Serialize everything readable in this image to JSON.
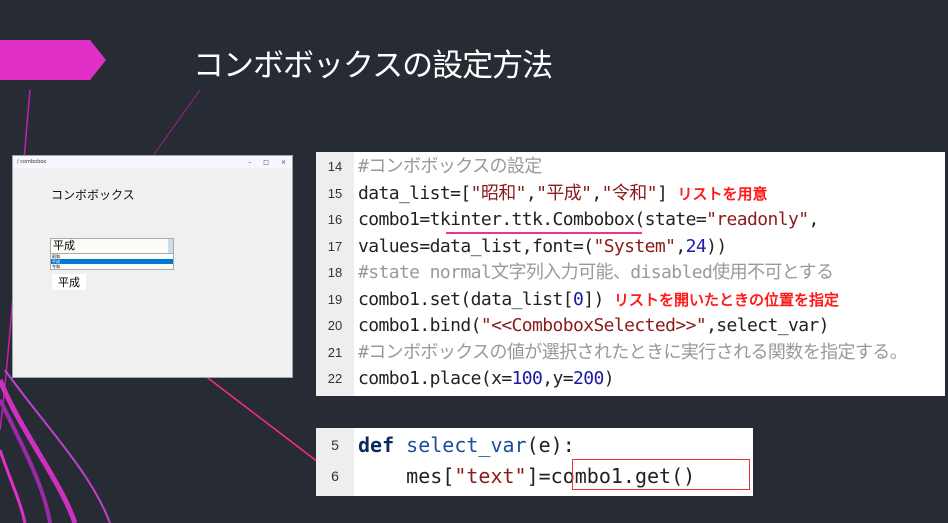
{
  "slide": {
    "title": "コンボボックスの設定方法",
    "accent_color": "#e030c8"
  },
  "app_window": {
    "title": "combobox",
    "controls": [
      "–",
      "□",
      "×"
    ],
    "label": "コンボボックス",
    "combo_value": "平成",
    "options": [
      "昭和",
      "平成",
      "令和"
    ],
    "selected_index": 1,
    "result_label": "平成"
  },
  "code1": {
    "line_numbers": [
      "14",
      "15",
      "16",
      "17",
      "18",
      "19",
      "20",
      "21",
      "22"
    ],
    "lines": [
      [
        {
          "t": "#コンボボックスの設定",
          "c": "cmt"
        }
      ],
      [
        {
          "t": "data_list=[",
          "c": "plain"
        },
        {
          "t": "\"昭和\"",
          "c": "str"
        },
        {
          "t": ",",
          "c": "plain"
        },
        {
          "t": "\"平成\"",
          "c": "str"
        },
        {
          "t": ",",
          "c": "plain"
        },
        {
          "t": "\"令和\"",
          "c": "str"
        },
        {
          "t": "] ",
          "c": "plain"
        },
        {
          "t": "リストを用意",
          "c": "note"
        }
      ],
      [
        {
          "t": "combo1=tkinter.ttk.Combobox(state=",
          "c": "plain"
        },
        {
          "t": "\"readonly\"",
          "c": "str"
        },
        {
          "t": ",",
          "c": "plain"
        }
      ],
      [
        {
          "t": "values=data_list,font=(",
          "c": "plain"
        },
        {
          "t": "\"System\"",
          "c": "str"
        },
        {
          "t": ",",
          "c": "plain"
        },
        {
          "t": "24",
          "c": "num"
        },
        {
          "t": "))",
          "c": "plain"
        }
      ],
      [
        {
          "t": "#state normal文字列入力可能、disabled使用不可とする",
          "c": "cmt"
        }
      ],
      [
        {
          "t": "combo1.set(data_list[",
          "c": "plain"
        },
        {
          "t": "0",
          "c": "num"
        },
        {
          "t": "]) ",
          "c": "plain"
        },
        {
          "t": "リストを開いたときの位置を指定",
          "c": "note"
        }
      ],
      [
        {
          "t": "combo1.bind(",
          "c": "plain"
        },
        {
          "t": "\"<<ComboboxSelected>>\"",
          "c": "str"
        },
        {
          "t": ",select_var)",
          "c": "plain"
        }
      ],
      [
        {
          "t": "#コンボボックスの値が選択されたときに実行される関数を指定する。",
          "c": "cmt"
        }
      ],
      [
        {
          "t": "combo1.place(x=",
          "c": "plain"
        },
        {
          "t": "100",
          "c": "num"
        },
        {
          "t": ",y=",
          "c": "plain"
        },
        {
          "t": "200",
          "c": "num"
        },
        {
          "t": ")",
          "c": "plain"
        }
      ]
    ]
  },
  "code2": {
    "line_numbers": [
      "5",
      "6"
    ],
    "lines": [
      [
        {
          "t": "def",
          "c": "kw"
        },
        {
          "t": " ",
          "c": "plain"
        },
        {
          "t": "select_var",
          "c": "fn"
        },
        {
          "t": "(e):",
          "c": "plain"
        }
      ],
      [
        {
          "t": "    mes[",
          "c": "plain"
        },
        {
          "t": "\"text\"",
          "c": "str"
        },
        {
          "t": "]=combo1.get()",
          "c": "plain"
        }
      ]
    ]
  }
}
